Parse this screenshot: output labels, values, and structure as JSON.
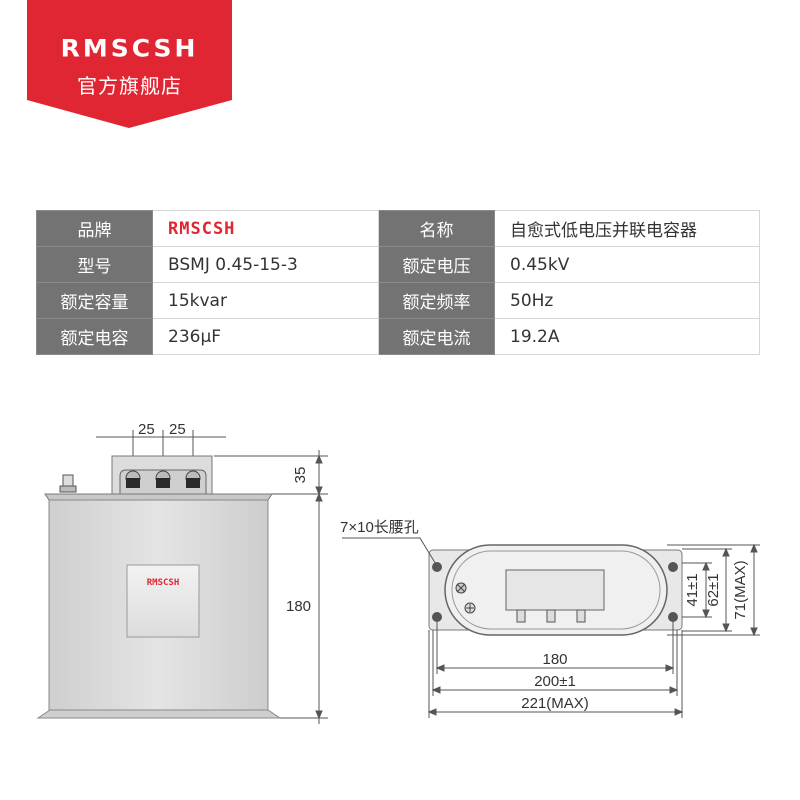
{
  "banner": {
    "brand": "RMSCSH",
    "store_name": "官方旗舰店",
    "color": "#e02633"
  },
  "spec_table": {
    "rows": [
      {
        "label1": "品牌",
        "value1": "RMSCSH",
        "label2": "名称",
        "value2": "自愈式低电压并联电容器"
      },
      {
        "label1": "型号",
        "value1": "BSMJ 0.45-15-3",
        "label2": "额定电压",
        "value2": "0.45kV"
      },
      {
        "label1": "额定容量",
        "value1": "15kvar",
        "label2": "额定频率",
        "value2": "50Hz"
      },
      {
        "label1": "额定电容",
        "value1": "236μF",
        "label2": "额定电流",
        "value2": "19.2A"
      }
    ]
  },
  "front_view": {
    "dim_top_left": "25",
    "dim_top_right": "25",
    "dim_terminal_height": "35",
    "dim_body_height": "180",
    "nameplate_logo": "RMSCSH"
  },
  "top_view": {
    "slot_note": "7×10长腰孔",
    "dim_inner_width": "180",
    "dim_mount_width": "200±1",
    "dim_max_width": "221(MAX)",
    "dim_41": "41±1",
    "dim_62": "62±1",
    "dim_71": "71(MAX)"
  }
}
